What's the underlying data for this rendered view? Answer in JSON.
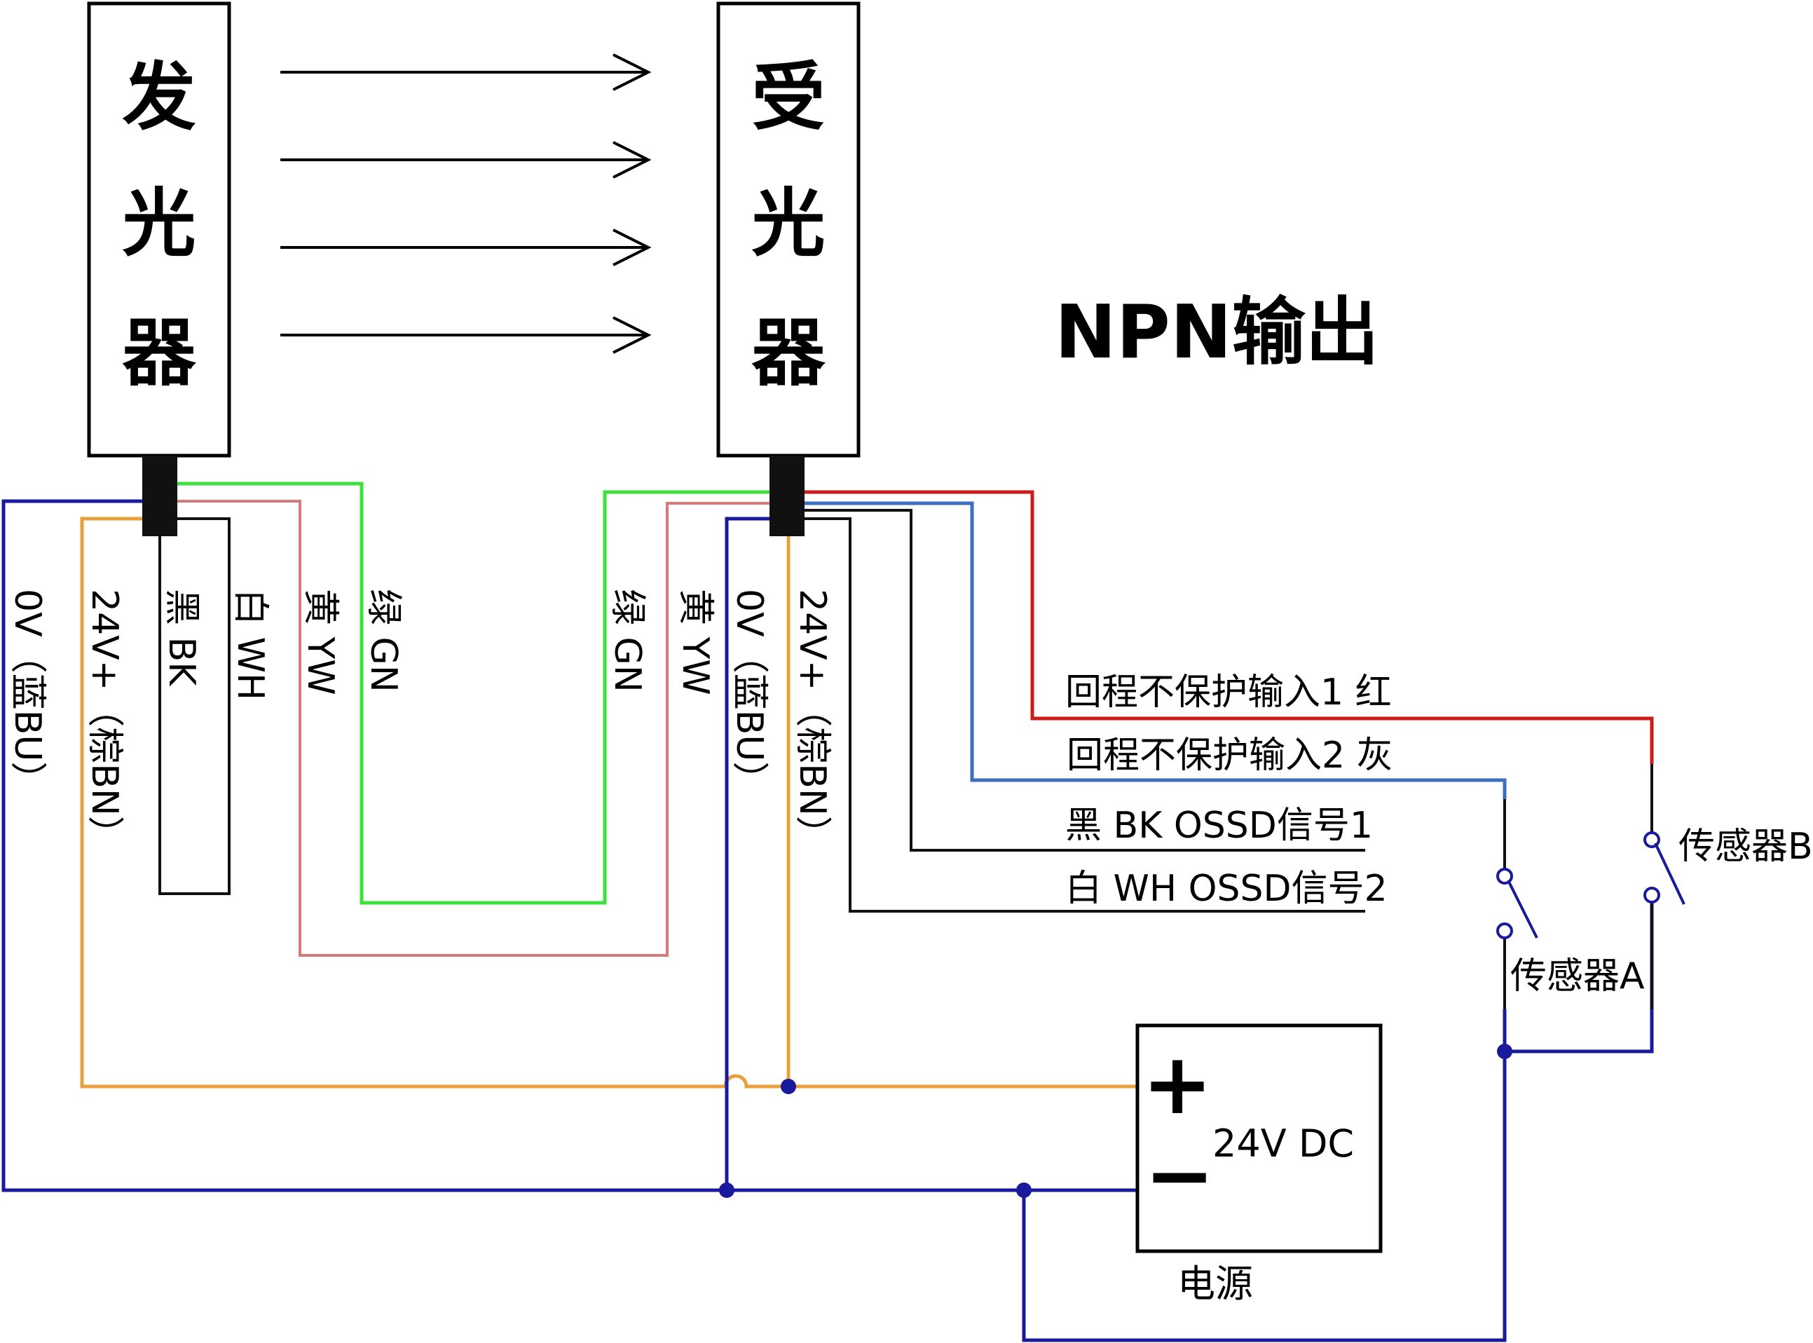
{
  "emitter": {
    "label_chars": [
      "发",
      "光",
      "器"
    ]
  },
  "receiver": {
    "label_chars": [
      "受",
      "光",
      "器"
    ]
  },
  "title": "NPN输出",
  "emitter_wires": {
    "ov": "0V（蓝BU）",
    "v24": "24V+（棕BN）",
    "black": "黑 BK",
    "white": "白 WH",
    "yellow": "黄 YW",
    "green": "绿 GN"
  },
  "receiver_wires": {
    "green": "绿 GN",
    "yellow": "黄 YW",
    "ov": "0V（蓝BU）",
    "v24": "24V+（棕BN）"
  },
  "outputs": {
    "red": "回程不保护输入1 红",
    "gray": "回程不保护输入2 灰",
    "black": "黑 BK  OSSD信号1",
    "white": "白 WH  OSSD信号2"
  },
  "sensors": {
    "a": "传感器A",
    "b": "传感器B"
  },
  "power": {
    "plus": "+",
    "minus": "−",
    "voltage": "24V DC",
    "caption": "电源"
  },
  "colors": {
    "blue": "#1a1a9c",
    "brown": "#e8a03c",
    "green": "#3ee03e",
    "pink": "#d77a7a",
    "red": "#cc1b1b",
    "gray_blue": "#3c6fbf",
    "black": "#111111"
  }
}
